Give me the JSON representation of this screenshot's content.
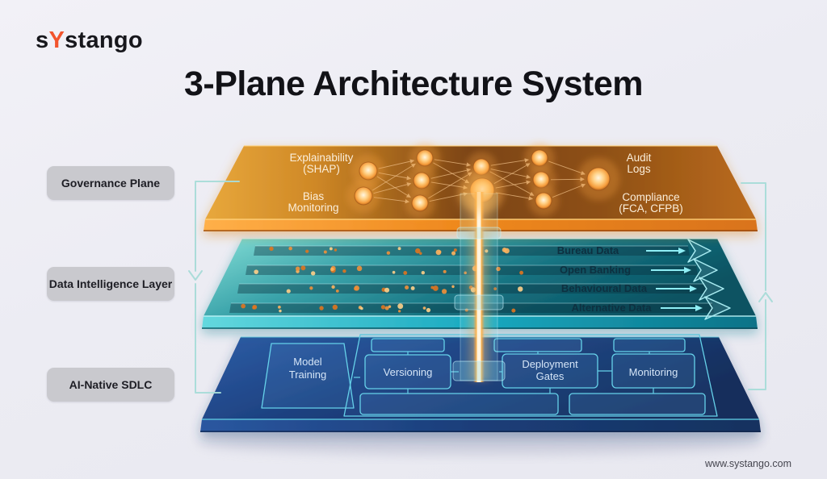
{
  "brand": {
    "pre": "s",
    "accent": "Y",
    "post": "stango"
  },
  "title": "3-Plane Architecture System",
  "side_labels": [
    {
      "label": "Governance Plane"
    },
    {
      "label": "Data Intelligence Layer"
    },
    {
      "label": "AI-Native SDLC"
    }
  ],
  "governance": {
    "labels": {
      "explainability": [
        "Explainability",
        "(SHAP)"
      ],
      "bias": [
        "Bias",
        "Monitoring"
      ],
      "audit": [
        "Audit",
        "Logs"
      ],
      "compliance": [
        "Compliance",
        "(FCA, CFPB)"
      ]
    }
  },
  "data_layer": {
    "streams": [
      {
        "label": "Bureau Data"
      },
      {
        "label": "Open Banking"
      },
      {
        "label": "Behavioural Data"
      },
      {
        "label": "Alternative Data"
      }
    ]
  },
  "sdlc": {
    "model_training": [
      "Model",
      "Training"
    ],
    "versioning": "Versioning",
    "deployment_gates": [
      "Deployment",
      "Gates"
    ],
    "monitoring": "Monitoring"
  },
  "footer": {
    "website": "www.systango.com"
  },
  "colors": {
    "accent": "#f2542d",
    "governance_plane": "#c77a1e",
    "data_plane": "#1d8a99",
    "sdlc_plane": "#1c3f7a",
    "bracket": "#a8dcd8",
    "background": "#ededf3"
  }
}
